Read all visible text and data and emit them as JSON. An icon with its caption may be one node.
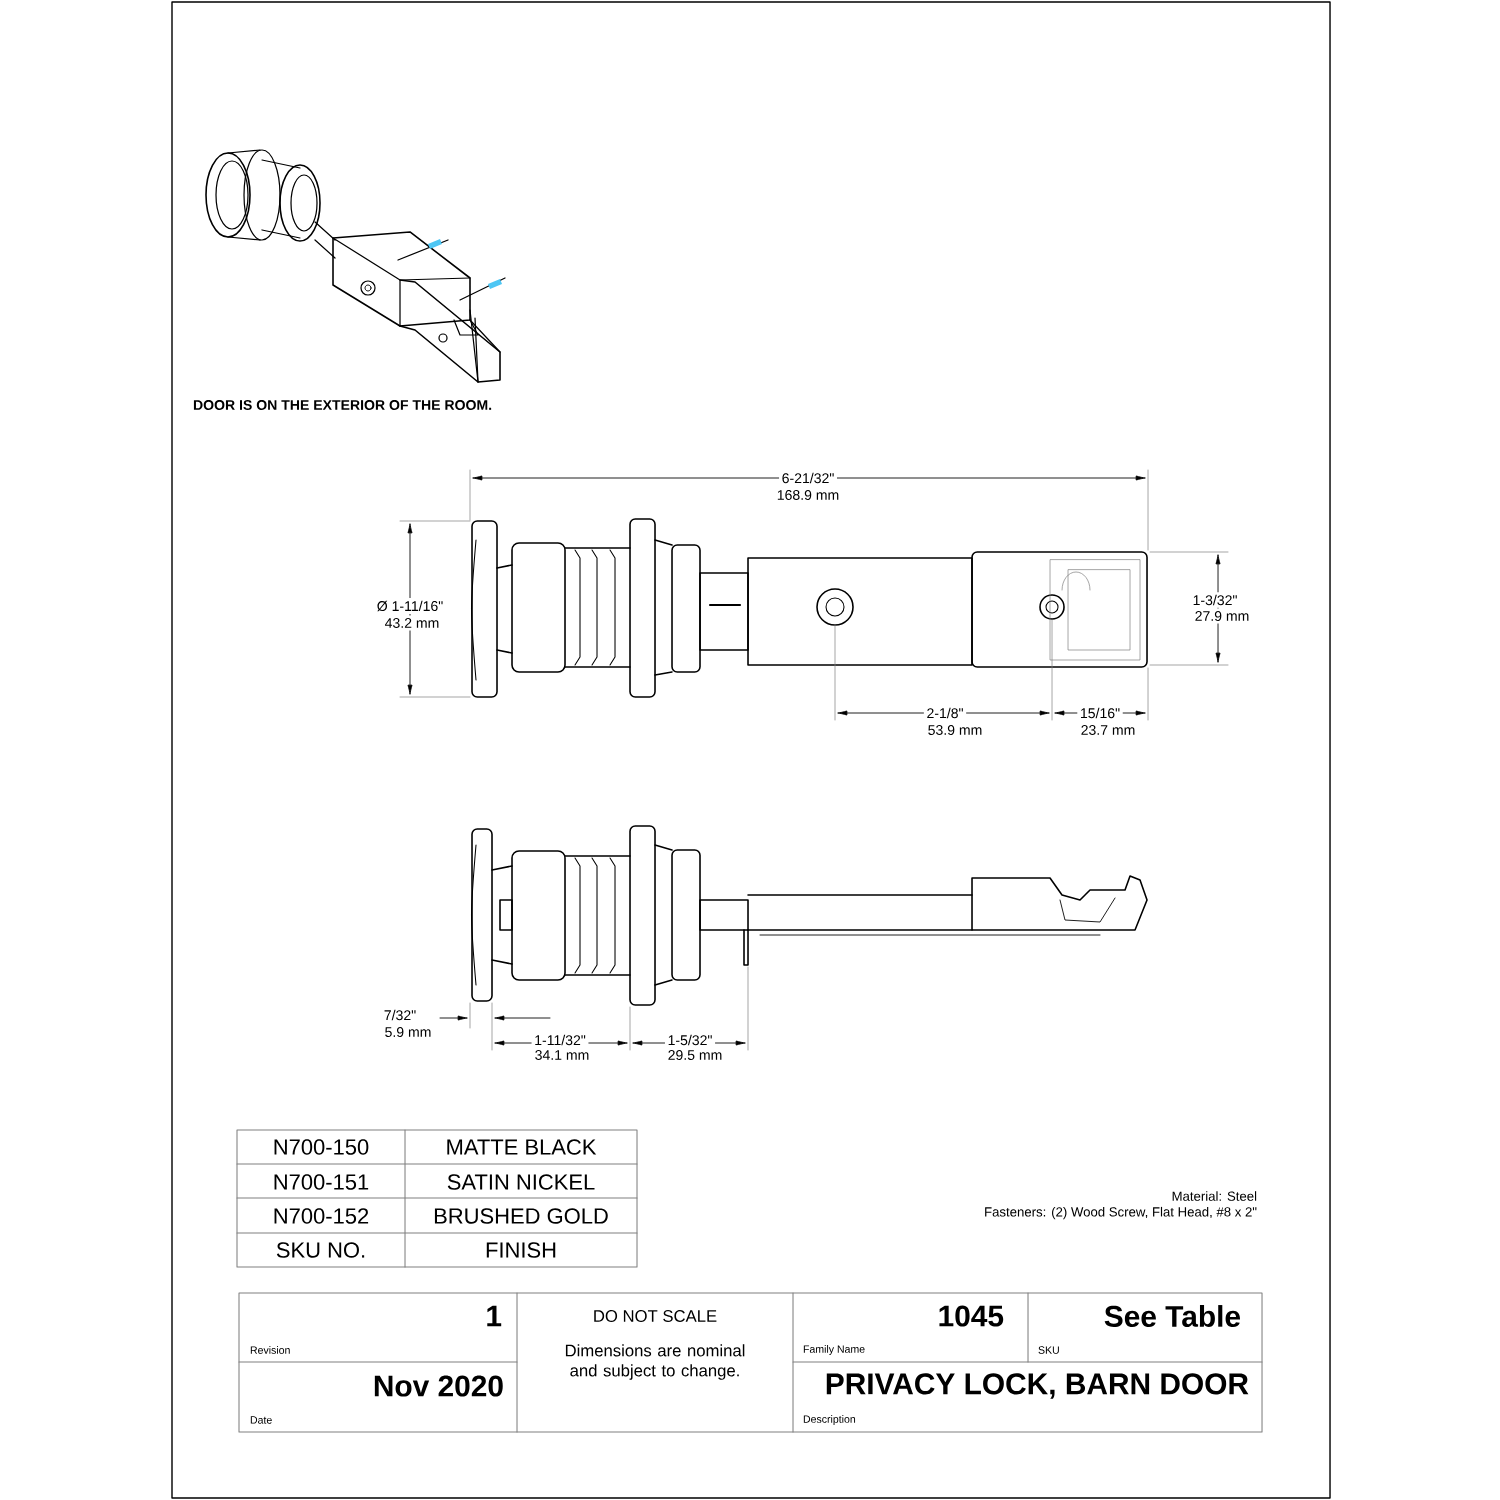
{
  "diagram": {
    "labels": [
      "DOOR IS ON THE EXTERIOR OF THE ROOM.",
      "6-21/32\"",
      "168.9 mm",
      "Ø 1-11/16\"",
      "43.2 mm",
      "1-3/32\"",
      "27.9 mm",
      "2-1/8\"",
      "53.9 mm",
      "15/16\"",
      "23.7 mm",
      "7/32\"",
      "5.9 mm",
      "1-11/32\"",
      "34.1 mm",
      "1-5/32\"",
      "29.5 mm",
      "N700-150",
      "MATTE BLACK",
      "N700-151",
      "SATIN NICKEL",
      "N700-152",
      "BRUSHED GOLD",
      "SKU  NO.",
      "FINISH",
      "Material: Steel",
      "Fasteners: (2) Wood Screw, Flat Head, #8 x 2\"",
      "1",
      "Revision",
      "DO NOT SCALE",
      "Dimensions are nominal and subject to change.",
      "1045",
      "Family Name",
      "See Table",
      "SKU",
      "Nov 2020",
      "Date",
      "PRIVACY LOCK, BARN DOOR",
      "Description"
    ]
  }
}
